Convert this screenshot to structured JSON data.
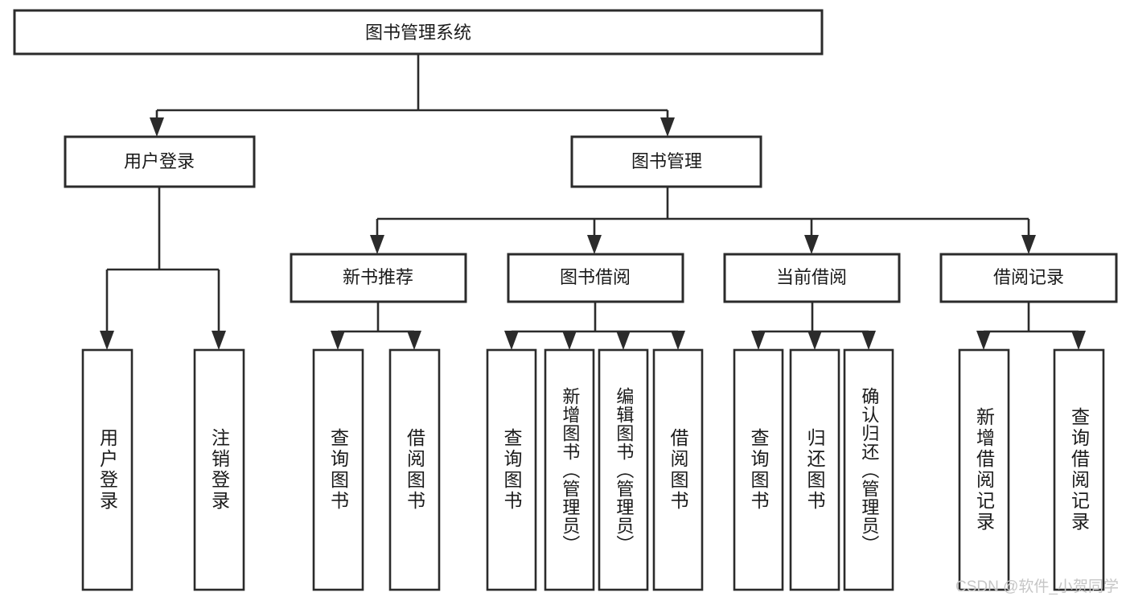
{
  "diagram": {
    "title": "图书管理系统",
    "type": "tree-hierarchy",
    "root": {
      "label": "图书管理系统"
    },
    "level2": [
      {
        "label": "用户登录"
      },
      {
        "label": "图书管理"
      }
    ],
    "level3": [
      {
        "label": "新书推荐"
      },
      {
        "label": "图书借阅"
      },
      {
        "label": "当前借阅"
      },
      {
        "label": "借阅记录"
      }
    ],
    "leaves": [
      {
        "label": "用户登录",
        "parent": "用户登录"
      },
      {
        "label": "注销登录",
        "parent": "用户登录"
      },
      {
        "label": "查询图书",
        "parent": "新书推荐"
      },
      {
        "label": "借阅图书",
        "parent": "新书推荐"
      },
      {
        "label": "查询图书",
        "parent": "图书借阅"
      },
      {
        "label": "新增图书（管理员）",
        "parent": "图书借阅"
      },
      {
        "label": "编辑图书（管理员）",
        "parent": "图书借阅"
      },
      {
        "label": "借阅图书",
        "parent": "图书借阅"
      },
      {
        "label": "查询图书",
        "parent": "当前借阅"
      },
      {
        "label": "归还图书",
        "parent": "当前借阅"
      },
      {
        "label": "确认归还（管理员）",
        "parent": "当前借阅"
      },
      {
        "label": "新增借阅记录",
        "parent": "借阅记录"
      },
      {
        "label": "查询借阅记录",
        "parent": "借阅记录"
      }
    ],
    "colors": {
      "box_stroke": "#2b2b2b",
      "box_fill": "#ffffff",
      "edge": "#2b2b2b",
      "text": "#1a1a1a",
      "watermark": "#c6c6c6",
      "background": "#ffffff"
    }
  },
  "watermark": {
    "text": "CSDN @软件_小贺同学"
  }
}
